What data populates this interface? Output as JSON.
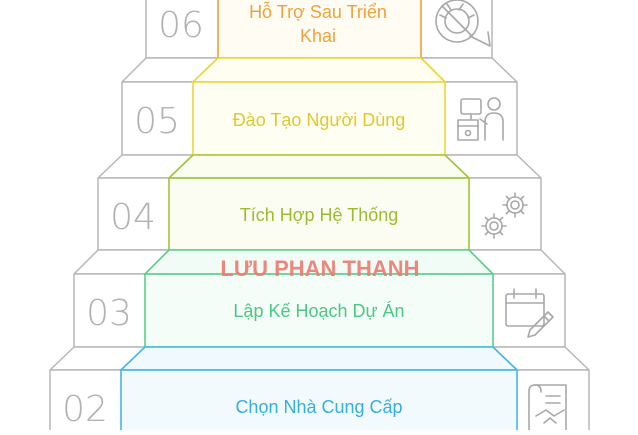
{
  "watermark": "LƯU PHAN THANH",
  "colors": {
    "step_gray": "#b7b7b7",
    "orange": "#f2a03d",
    "yellow": "#ecd53a",
    "lime": "#a4c33d",
    "green": "#5ccf8c",
    "blue": "#45b6e4",
    "watermark": "#ec7a6e"
  },
  "steps": [
    {
      "number": "06",
      "label_line1": "Hỗ Trợ Sau Triển",
      "label_line2": "Khai",
      "icon": "support-ring-icon"
    },
    {
      "number": "05",
      "label_line1": "Đào Tạo Người Dùng",
      "icon": "training-icon"
    },
    {
      "number": "04",
      "label_line1": "Tích Hợp Hệ Thống",
      "icon": "gears-icon"
    },
    {
      "number": "03",
      "label_line1": "Lập Kế Hoạch Dự Án",
      "icon": "calendar-pencil-icon"
    },
    {
      "number": "02",
      "label_line1": "Chọn Nhà Cung Cấp",
      "icon": "contract-handshake-icon"
    }
  ]
}
